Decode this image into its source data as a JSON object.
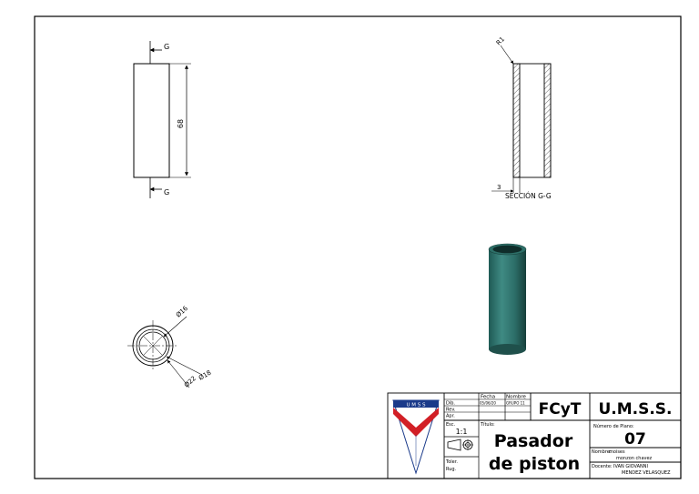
{
  "views": {
    "front": {
      "section_letter_top": "G",
      "section_letter_bottom": "G",
      "dim_length": "68"
    },
    "section": {
      "dim_r": "R1",
      "dim_bottom": "3",
      "label": "SECCIÓN G-G"
    },
    "end": {
      "dim_inner": "Ø16",
      "dim_mid": "Ø18",
      "dim_outer": "Ø22"
    }
  },
  "title_block": {
    "logo_text": "U M S S",
    "col_fecha": "Fecha",
    "col_nombre": "Nombre",
    "row_dib": "Dib.",
    "row_rev": "Rev.",
    "row_apr": "Apr.",
    "dib_fecha": "05/06/20",
    "dib_nombre": "GRUPO 11",
    "faculty": "FCyT",
    "university": "U.M.S.S.",
    "esc_label": "Esc.",
    "scale": "1:1",
    "titulo_label": "Título:",
    "title_line1": "Pasador",
    "title_line2": "de piston",
    "toler_label": "Toler.",
    "rug_label": "Rug.",
    "plano_label": "Número de Plano:",
    "plano_number": "07",
    "nombre_label": "Nombre:",
    "nombre_1": "moises",
    "nombre_2": "monzon chavez",
    "docente_label": "Docente:",
    "docente_1": "IVAN GIOVANNI",
    "docente_2": "MENDEZ VELASQUEZ"
  }
}
